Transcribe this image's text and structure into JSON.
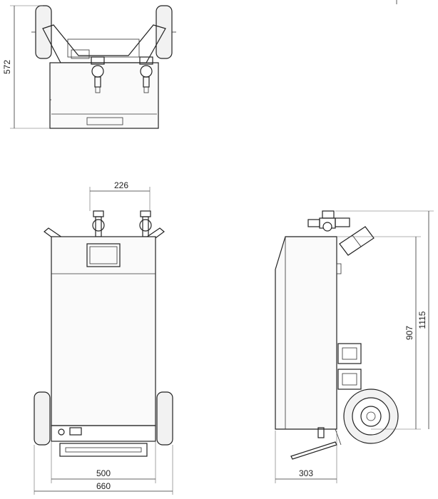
{
  "dimensions": {
    "top_view_height": "572",
    "valve_spacing": "226",
    "body_width": "500",
    "overall_width": "660",
    "cabinet_height": "907",
    "overall_height": "1115",
    "side_depth": "303"
  }
}
